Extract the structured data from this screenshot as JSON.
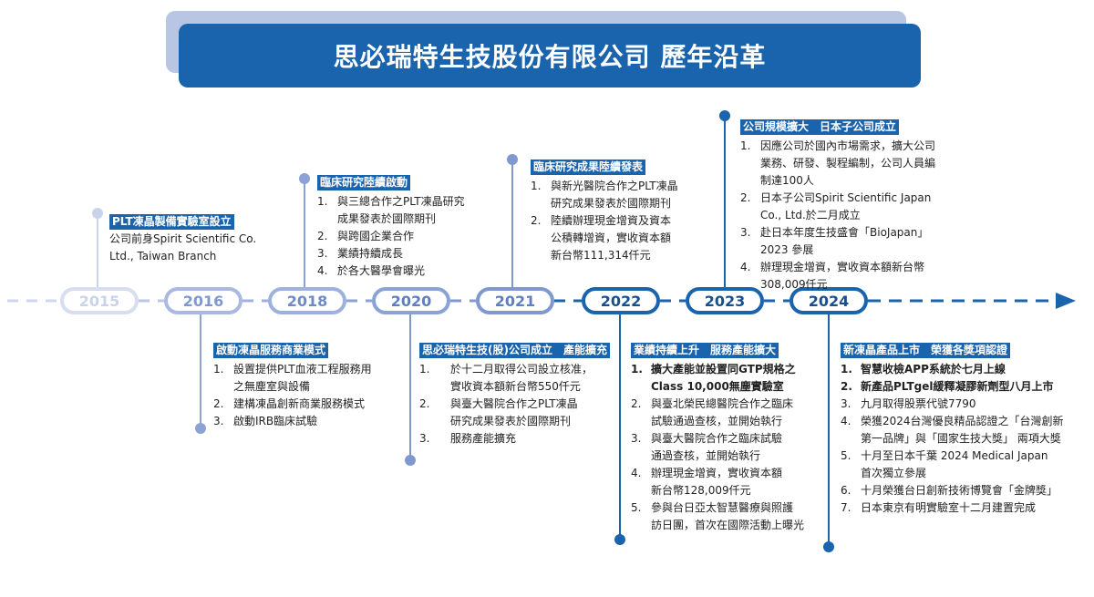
{
  "title": "思必瑞特生技股份有限公司 歷年沿革",
  "colors": {
    "primary": "#1a63ad",
    "faded": "#c9d3ea",
    "mid": "#7f98cf"
  },
  "years": [
    "2015",
    "2016",
    "2018",
    "2020",
    "2021",
    "2022",
    "2023",
    "2024"
  ],
  "events": {
    "y2015": {
      "heading": "PLT凍晶製備實驗室設立",
      "lines": [
        "公司前身Spirit Scientific Co.",
        "Ltd., Taiwan Branch"
      ]
    },
    "y2016": {
      "heading": "啟動凍晶服務商業模式",
      "items": [
        {
          "n": "1.",
          "lines": [
            "設置提供PLT血液工程服務用",
            "之無塵室與設備"
          ]
        },
        {
          "n": "2.",
          "lines": [
            "建構凍晶創新商業服務模式"
          ]
        },
        {
          "n": "3.",
          "lines": [
            "啟動IRB臨床試驗"
          ]
        }
      ]
    },
    "y2018": {
      "heading": "臨床研究陸續啟動",
      "items": [
        {
          "n": "1.",
          "lines": [
            "與三總合作之PLT凍晶研究",
            "成果發表於國際期刊"
          ]
        },
        {
          "n": "2.",
          "lines": [
            "與跨國企業合作"
          ]
        },
        {
          "n": "3.",
          "lines": [
            "業績持續成長"
          ]
        },
        {
          "n": "4.",
          "lines": [
            "於各大醫學會曝光"
          ]
        }
      ]
    },
    "y2020": {
      "heading": "思必瑞特生技(股)公司成立　產能擴充",
      "items": [
        {
          "n": "1.",
          "lines": [
            "於十二月取得公司設立核准，",
            "實收資本額新台幣550仟元"
          ]
        },
        {
          "n": "2.",
          "lines": [
            "與臺大醫院合作之PLT凍晶",
            "研究成果發表於國際期刊"
          ]
        },
        {
          "n": "3.",
          "lines": [
            "服務產能擴充"
          ]
        }
      ]
    },
    "y2021": {
      "heading": "臨床研究成果陸續發表",
      "items": [
        {
          "n": "1.",
          "lines": [
            "與新光醫院合作之PLT凍晶",
            "研究成果發表於國際期刊"
          ]
        },
        {
          "n": "2.",
          "lines": [
            "陸續辦理現金增資及資本",
            "公積轉增資，實收資本額",
            "新台幣111,314仟元"
          ]
        }
      ]
    },
    "y2022": {
      "heading": "業績持續上升　服務產能擴大",
      "items": [
        {
          "n": "1.",
          "lines": [
            "擴大產能並設置同GTP規格之",
            "Class 10,000無塵實驗室"
          ],
          "bold": true
        },
        {
          "n": "2.",
          "lines": [
            "與臺北榮民總醫院合作之臨床",
            "試驗通過查核，並開始執行"
          ]
        },
        {
          "n": "3.",
          "lines": [
            "與臺大醫院合作之臨床試驗",
            "通過查核，並開始執行"
          ]
        },
        {
          "n": "4.",
          "lines": [
            "辦理現金增資，實收資本額",
            "新台幣128,009仟元"
          ]
        },
        {
          "n": "5.",
          "lines": [
            "參與台日亞太智慧醫療與照護",
            "訪日團，首次在國際活動上曝光"
          ]
        }
      ]
    },
    "y2023": {
      "heading": "公司規模擴大　日本子公司成立",
      "items": [
        {
          "n": "1.",
          "lines": [
            "因應公司於國內市場需求，擴大公司",
            "業務、研發、製程編制，公司人員編",
            "制達100人"
          ]
        },
        {
          "n": "2.",
          "lines": [
            "日本子公司Spirit Scientific Japan",
            "Co., Ltd.於二月成立"
          ]
        },
        {
          "n": "3.",
          "lines": [
            "赴日本年度生技盛會「BioJapan」",
            "2023 參展"
          ]
        },
        {
          "n": "4.",
          "lines": [
            "辦理現金增資，實收資本額新台幣",
            "308,009仟元"
          ]
        }
      ]
    },
    "y2024": {
      "heading": "新凍晶產品上市　榮獲各獎項認證",
      "items": [
        {
          "n": "1.",
          "lines": [
            "智慧收檢APP系統於七月上線"
          ],
          "bold": true
        },
        {
          "n": "2.",
          "lines": [
            "新產品PLTgel緩釋凝膠新劑型八月上市"
          ],
          "bold": true
        },
        {
          "n": "3.",
          "lines": [
            "九月取得股票代號7790"
          ]
        },
        {
          "n": "4.",
          "lines": [
            "榮獲2024台灣優良精品認證之「台灣創新",
            "第一品牌」與「國家生技大獎」 兩項大獎"
          ]
        },
        {
          "n": "5.",
          "lines": [
            "十月至日本千葉 2024 Medical Japan",
            "首次獨立參展"
          ]
        },
        {
          "n": "6.",
          "lines": [
            "十月榮獲台日創新技術博覽會「金牌獎」"
          ]
        },
        {
          "n": "7.",
          "lines": [
            "日本東京有明實驗室十二月建置完成"
          ]
        }
      ]
    }
  }
}
